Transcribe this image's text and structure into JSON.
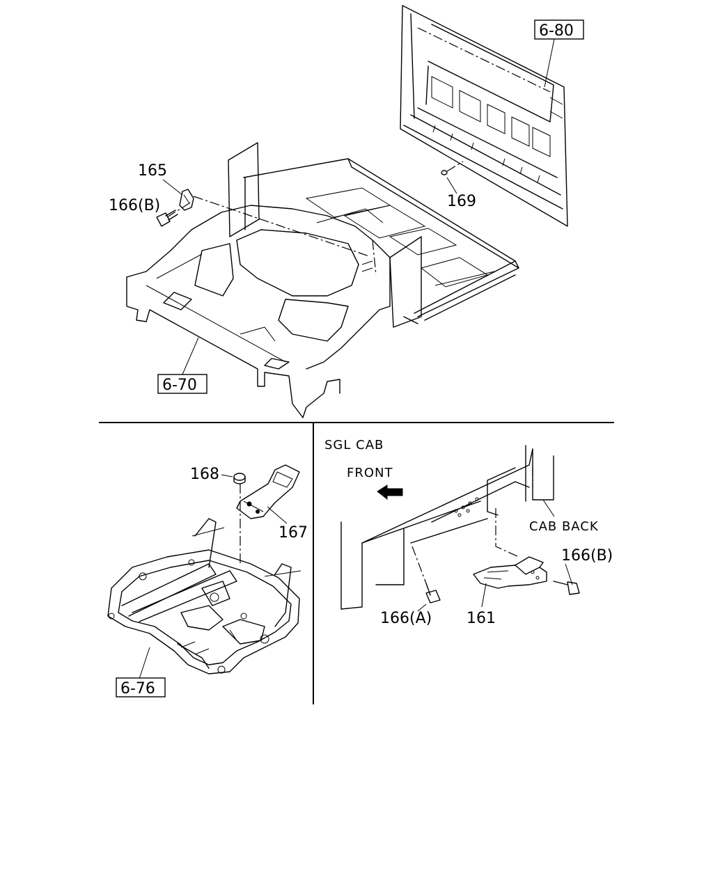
{
  "labels": {
    "ref_6_80": "6-80",
    "ref_6_70": "6-70",
    "ref_6_76": "6-76",
    "part_165": "165",
    "part_166b_top": "166(B)",
    "part_169": "169",
    "part_168": "168",
    "part_167": "167",
    "sgl_cab": "SGL CAB",
    "front": "FRONT",
    "cab_back": "CAB BACK",
    "part_166b_right": "166(B)",
    "part_166a": "166(A)",
    "part_161": "161"
  }
}
